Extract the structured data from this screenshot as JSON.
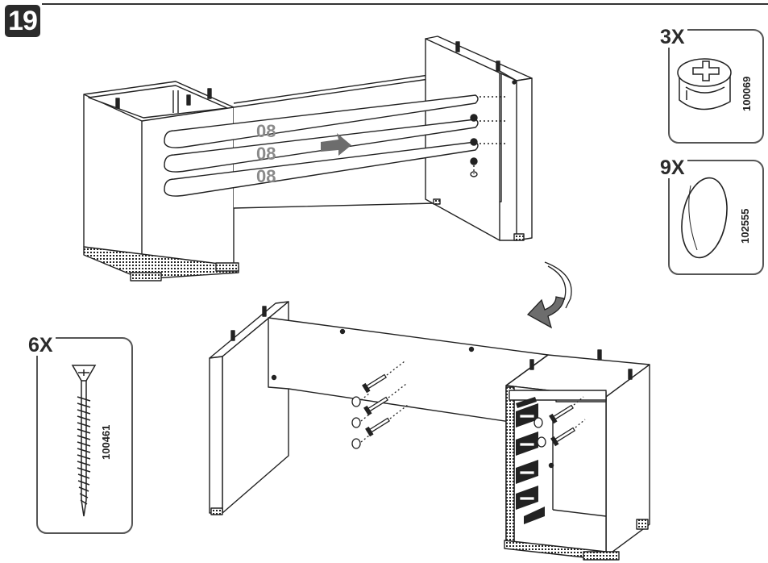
{
  "step": {
    "number": "19"
  },
  "parts": [
    {
      "quantity": "3X",
      "part_number": "100069",
      "icon": "cam-lock-icon"
    },
    {
      "quantity": "9X",
      "part_number": "102555",
      "icon": "cover-cap-icon"
    },
    {
      "quantity": "6X",
      "part_number": "100461",
      "icon": "screw-icon"
    }
  ],
  "panel_labels": [
    "08",
    "08",
    "08"
  ],
  "colors": {
    "line": "#2b2b2b",
    "badge": "#2b2b2b",
    "label_gray": "#8a8a8a",
    "arrow_gray": "#6d6d6d"
  }
}
